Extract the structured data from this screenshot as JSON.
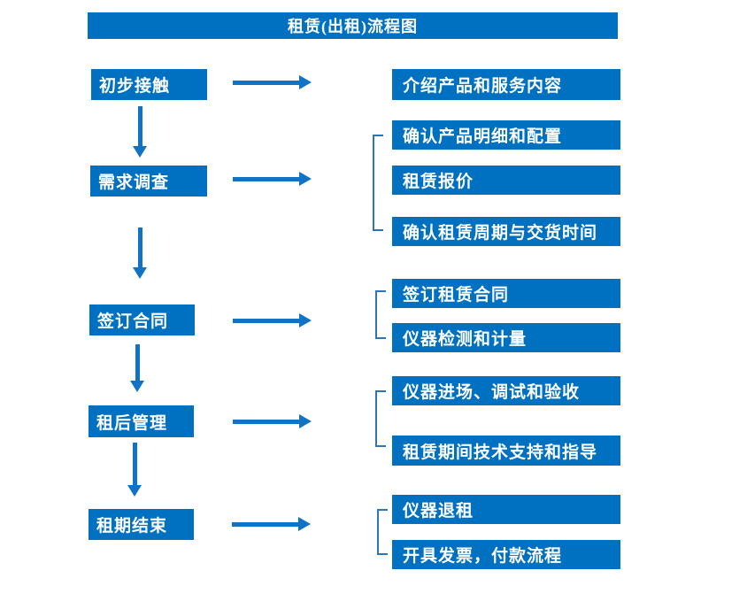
{
  "title": "租赁(出租)流程图",
  "colors": {
    "box": "#0070C0",
    "arrow": "#1173C4",
    "bracket": "#2E75B6",
    "background": "#FFFFFF",
    "text": "#FFFFFF"
  },
  "stages": [
    {
      "label": "初步接触",
      "details": [
        "介绍产品和服务内容"
      ]
    },
    {
      "label": "需求调查",
      "details": [
        "确认产品明细和配置",
        "租赁报价",
        "确认租赁周期与交货时间"
      ]
    },
    {
      "label": "签订合同",
      "details": [
        "签订租赁合同",
        "仪器检测和计量"
      ]
    },
    {
      "label": "租后管理",
      "details": [
        "仪器进场、调试和验收",
        "租赁期间技术支持和指导"
      ]
    },
    {
      "label": "租期结束",
      "details": [
        "仪器退租",
        "开具发票，付款流程"
      ]
    }
  ]
}
